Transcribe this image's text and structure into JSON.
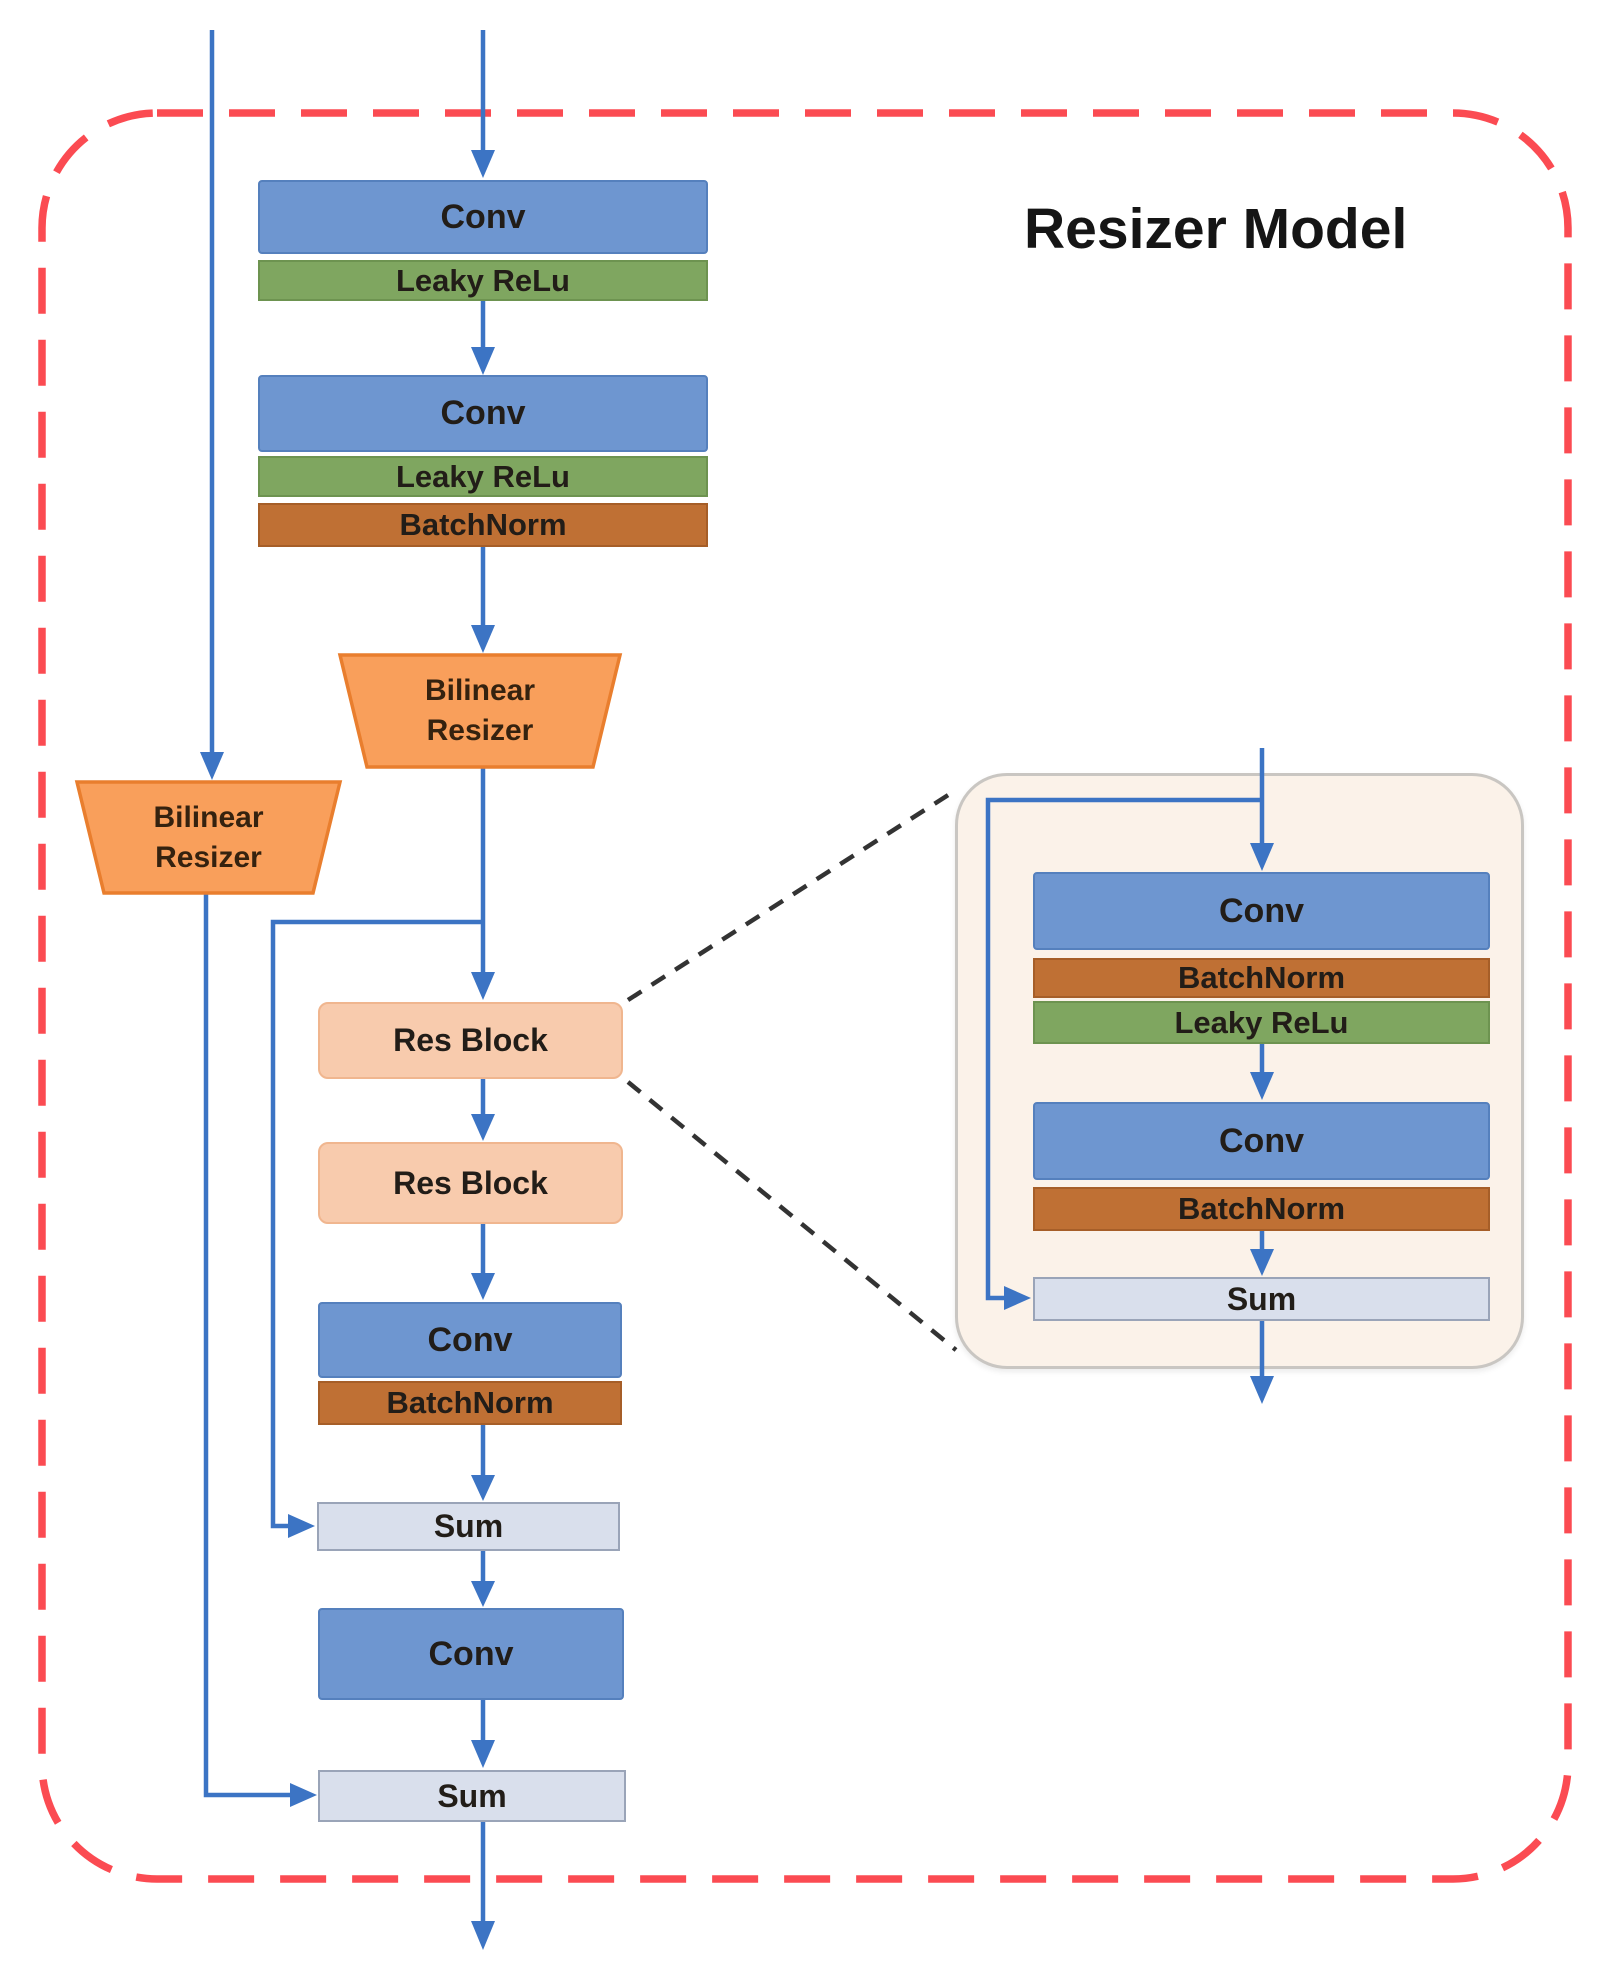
{
  "title": "Resizer Model",
  "labels": {
    "conv": "Conv",
    "leaky_relu": "Leaky ReLu",
    "batch_norm": "BatchNorm",
    "res_block": "Res Block",
    "sum": "Sum",
    "bilinear_line1": "Bilinear",
    "bilinear_line2": "Resizer"
  },
  "colors": {
    "conv_blue": "#6E96D0",
    "leaky_relu_green": "#7FA660",
    "batch_norm_brown": "#BF7034",
    "res_block_peach": "#F8CBAD",
    "sum_lavender": "#D9DFEC",
    "bilinear_resizer_orange": "#F99F5B",
    "detail_panel_cream": "#FBF2E9",
    "arrow_blue": "#3C74C4",
    "dashed_border_red": "#FB4B52",
    "dashed_connector_black": "#333333"
  },
  "flow": {
    "main_sequence": [
      "Conv",
      "Leaky ReLu",
      "Conv",
      "Leaky ReLu",
      "BatchNorm",
      "Bilinear Resizer",
      "Res Block",
      "Res Block",
      "Conv",
      "BatchNorm",
      "Sum",
      "Conv",
      "Sum"
    ],
    "left_skip_branch": [
      "input",
      "Bilinear Resizer",
      "final Sum"
    ],
    "inner_skip_branch": [
      "after Bilinear Resizer",
      "first Sum"
    ],
    "res_block_detail_sequence": [
      "Conv",
      "BatchNorm",
      "Leaky ReLu",
      "Conv",
      "BatchNorm",
      "Sum"
    ],
    "res_block_detail_skip": [
      "block input",
      "Sum"
    ]
  }
}
